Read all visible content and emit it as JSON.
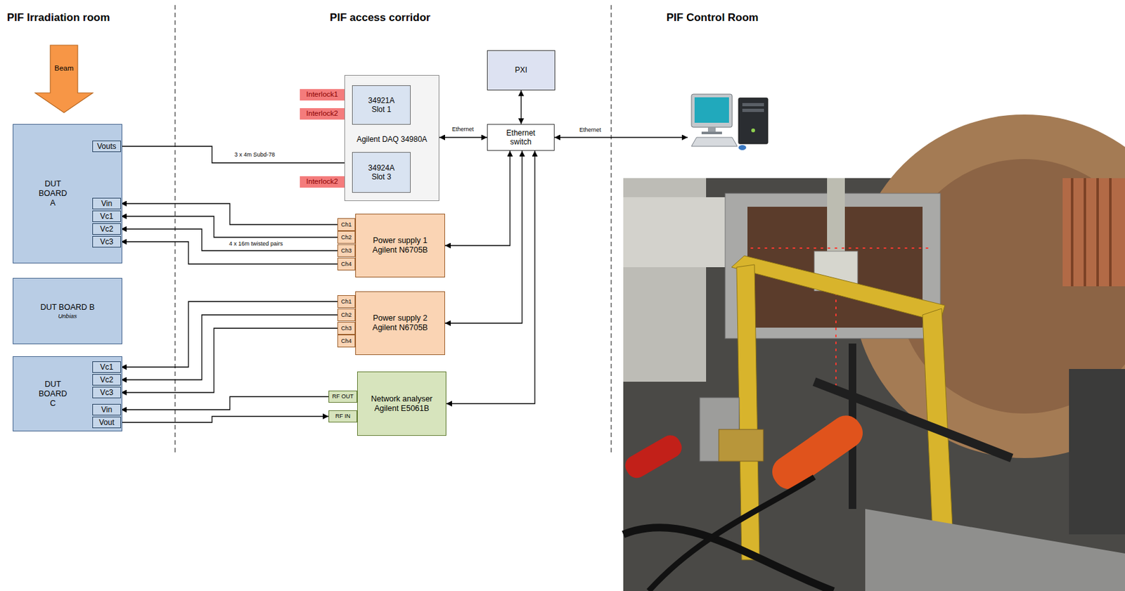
{
  "diagram": {
    "nodes": [
      {
        "text": [
          "Beam"
        ]
      },
      {
        "text": [
          "DUT BOARD A"
        ]
      },
      {
        "text": [
          "Vouts"
        ],
        "in": 1
      },
      {
        "text": [
          "Vin"
        ],
        "in": 1
      },
      {
        "text": [
          "Vc1"
        ],
        "in": 1
      },
      {
        "text": [
          "Vc2"
        ],
        "in": 1
      },
      {
        "text": [
          "Vc3"
        ],
        "in": 1
      },
      {
        "text": [
          "DUT BOARD B",
          "Unbias"
        ]
      },
      {
        "text": [
          "DUT BOARD C"
        ]
      },
      {
        "text": [
          "Vc1"
        ],
        "in": 8
      },
      {
        "text": [
          "Vc2"
        ],
        "in": 8
      },
      {
        "text": [
          "Vc3"
        ],
        "in": 8
      },
      {
        "text": [
          "Vin"
        ],
        "in": 8
      },
      {
        "text": [
          "Vout"
        ],
        "in": 8
      },
      {
        "text": [
          "Interlock1"
        ]
      },
      {
        "text": [
          "Interlock2"
        ]
      },
      {
        "text": [
          "Agilent DAQ 34980A"
        ]
      },
      {
        "text": [
          "34921A Slot 1"
        ],
        "in": 16
      },
      {
        "text": [
          "34924A Slot 3"
        ],
        "in": 16
      },
      {
        "text": [
          "Interlock2"
        ]
      },
      {
        "text": [
          "PXI"
        ]
      },
      {
        "text": [
          "Ethernet switch"
        ]
      },
      {
        "text": [
          "Ch1"
        ]
      },
      {
        "text": [
          "Ch2"
        ]
      },
      {
        "text": [
          "Ch3"
        ]
      },
      {
        "text": [
          "Ch4"
        ]
      },
      {
        "text": [
          "Power supply 1 Agilent N6705B"
        ]
      },
      {
        "text": [
          "Ch1"
        ]
      },
      {
        "text": [
          "Ch2"
        ]
      },
      {
        "text": [
          "Ch3"
        ]
      },
      {
        "text": [
          "Ch4"
        ]
      },
      {
        "text": [
          "Power supply 2 Agilent N6705B"
        ]
      },
      {
        "text": [
          "RF OUT"
        ]
      },
      {
        "text": [
          "RF IN"
        ]
      },
      {
        "text": [
          "Network analyser Agilent E5061B"
        ]
      }
    ],
    "edges": [
      {
        "from": 2,
        "to": 18,
        "arrow": "to",
        "label": "3 x 4m Subd-78"
      },
      {
        "from": 22,
        "to": 3,
        "arrow": "to"
      },
      {
        "from": 23,
        "to": 4,
        "arrow": "to"
      },
      {
        "from": 24,
        "to": 5,
        "arrow": "to",
        "label": "4 x 16m twisted pairs"
      },
      {
        "from": 25,
        "to": 6,
        "arrow": "to"
      },
      {
        "from": 27,
        "to": 9,
        "arrow": "to"
      },
      {
        "from": 28,
        "to": 10,
        "arrow": "to"
      },
      {
        "from": 29,
        "to": 11,
        "arrow": "to"
      },
      {
        "from": 32,
        "to": 12,
        "arrow": "to"
      },
      {
        "from": 13,
        "to": 33,
        "arrow": "to"
      },
      {
        "from": 16,
        "to": 21,
        "arrow": "both",
        "label": "Ethernet"
      },
      {
        "from": 20,
        "to": 21,
        "arrow": "both"
      },
      {
        "from": 21,
        "to": 26,
        "arrow": "both"
      },
      {
        "from": 21,
        "to": 31,
        "arrow": "both"
      },
      {
        "from": 21,
        "to": 34,
        "arrow": "both"
      }
    ],
    "labels": [
      "PIF Irradiation room",
      "PIF access corridor",
      "PIF Control Room",
      "Ethernet"
    ]
  }
}
